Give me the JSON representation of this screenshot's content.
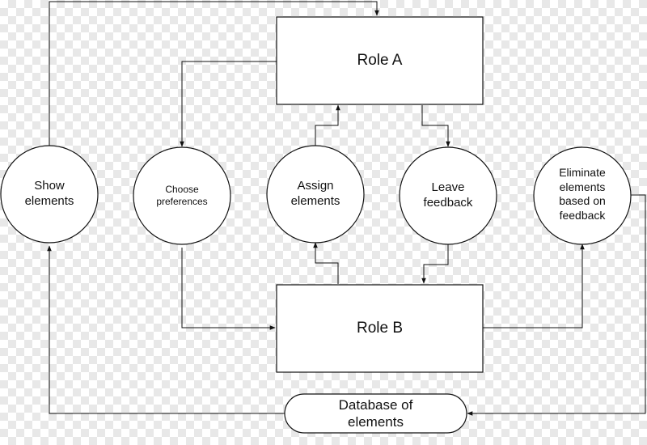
{
  "nodes": {
    "role_a": "Role A",
    "role_b": "Role B",
    "show_elements": "Show\nelements",
    "choose_preferences": "Choose\npreferences",
    "assign_elements": "Assign\nelements",
    "leave_feedback": "Leave\nfeedback",
    "eliminate_elements": "Eliminate\nelements\nbased on\nfeedback",
    "database": "Database of\nelements"
  },
  "colors": {
    "stroke": "#111111",
    "fill": "#ffffff"
  }
}
